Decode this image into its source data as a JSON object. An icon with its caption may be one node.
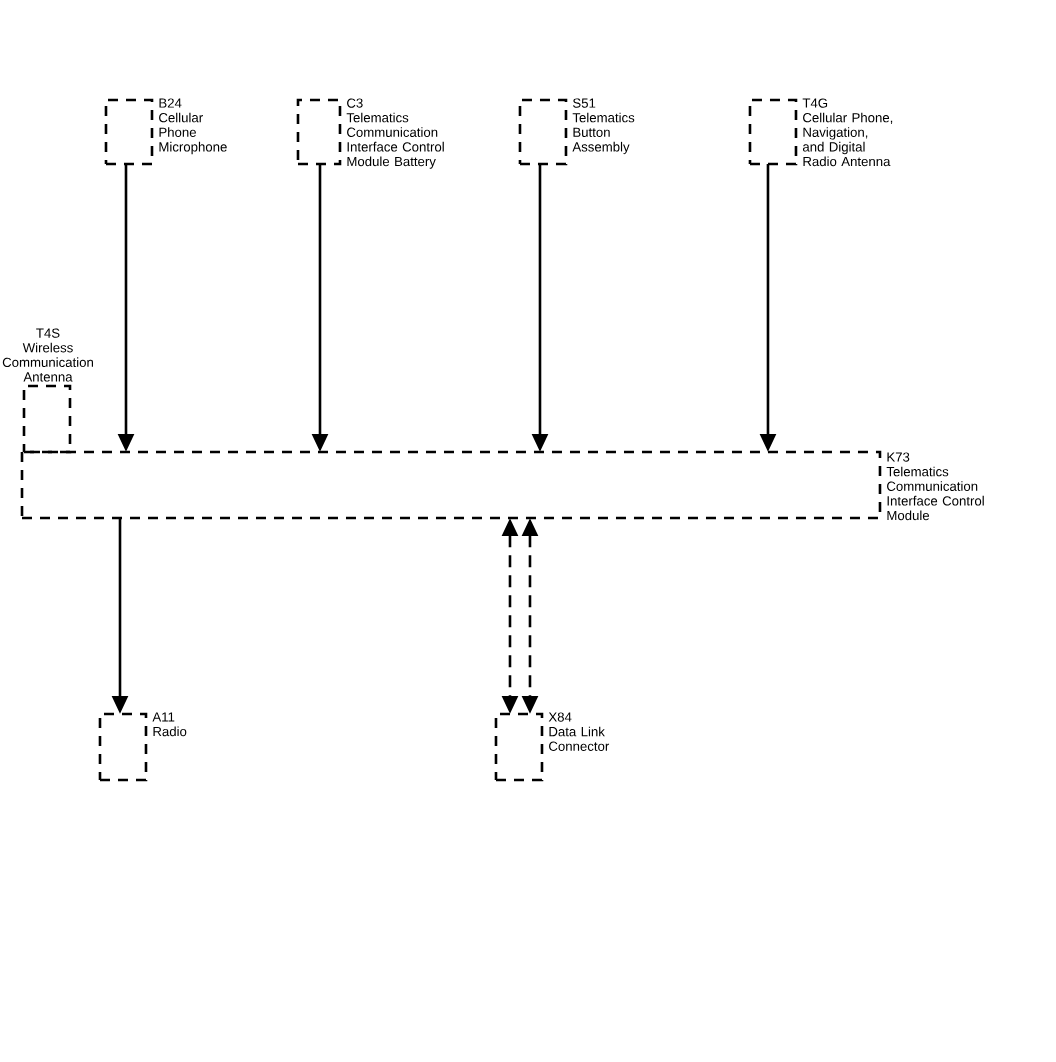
{
  "diagram": {
    "nodes": [
      {
        "text": [
          "B24",
          "Cellular Phone Microphone"
        ]
      },
      {
        "text": [
          "C3",
          "Telematics Communication Interface Control Module Battery"
        ]
      },
      {
        "text": [
          "S51",
          "Telematics Button Assembly"
        ]
      },
      {
        "text": [
          "T4G",
          "Cellular Phone, Navigation, and Digital Radio Antenna"
        ]
      },
      {
        "text": [
          "T4S",
          "Wireless Communication Antenna"
        ]
      },
      {
        "text": [
          "K73",
          "Telematics Communication Interface Control Module"
        ]
      },
      {
        "text": [
          "A11",
          "Radio"
        ]
      },
      {
        "text": [
          "X84",
          "Data Link Connector"
        ]
      }
    ],
    "edges": [
      {
        "from": 0,
        "to": 5,
        "arrow": "to"
      },
      {
        "from": 1,
        "to": 5,
        "arrow": "to"
      },
      {
        "from": 2,
        "to": 5,
        "arrow": "to"
      },
      {
        "from": 3,
        "to": 5,
        "arrow": "to"
      },
      {
        "from": 5,
        "to": 6,
        "arrow": "to"
      },
      {
        "from": 5,
        "to": 7,
        "arrow": "both",
        "style": "dashed"
      },
      {
        "from": 5,
        "to": 7,
        "arrow": "both",
        "style": "dashed"
      }
    ]
  }
}
